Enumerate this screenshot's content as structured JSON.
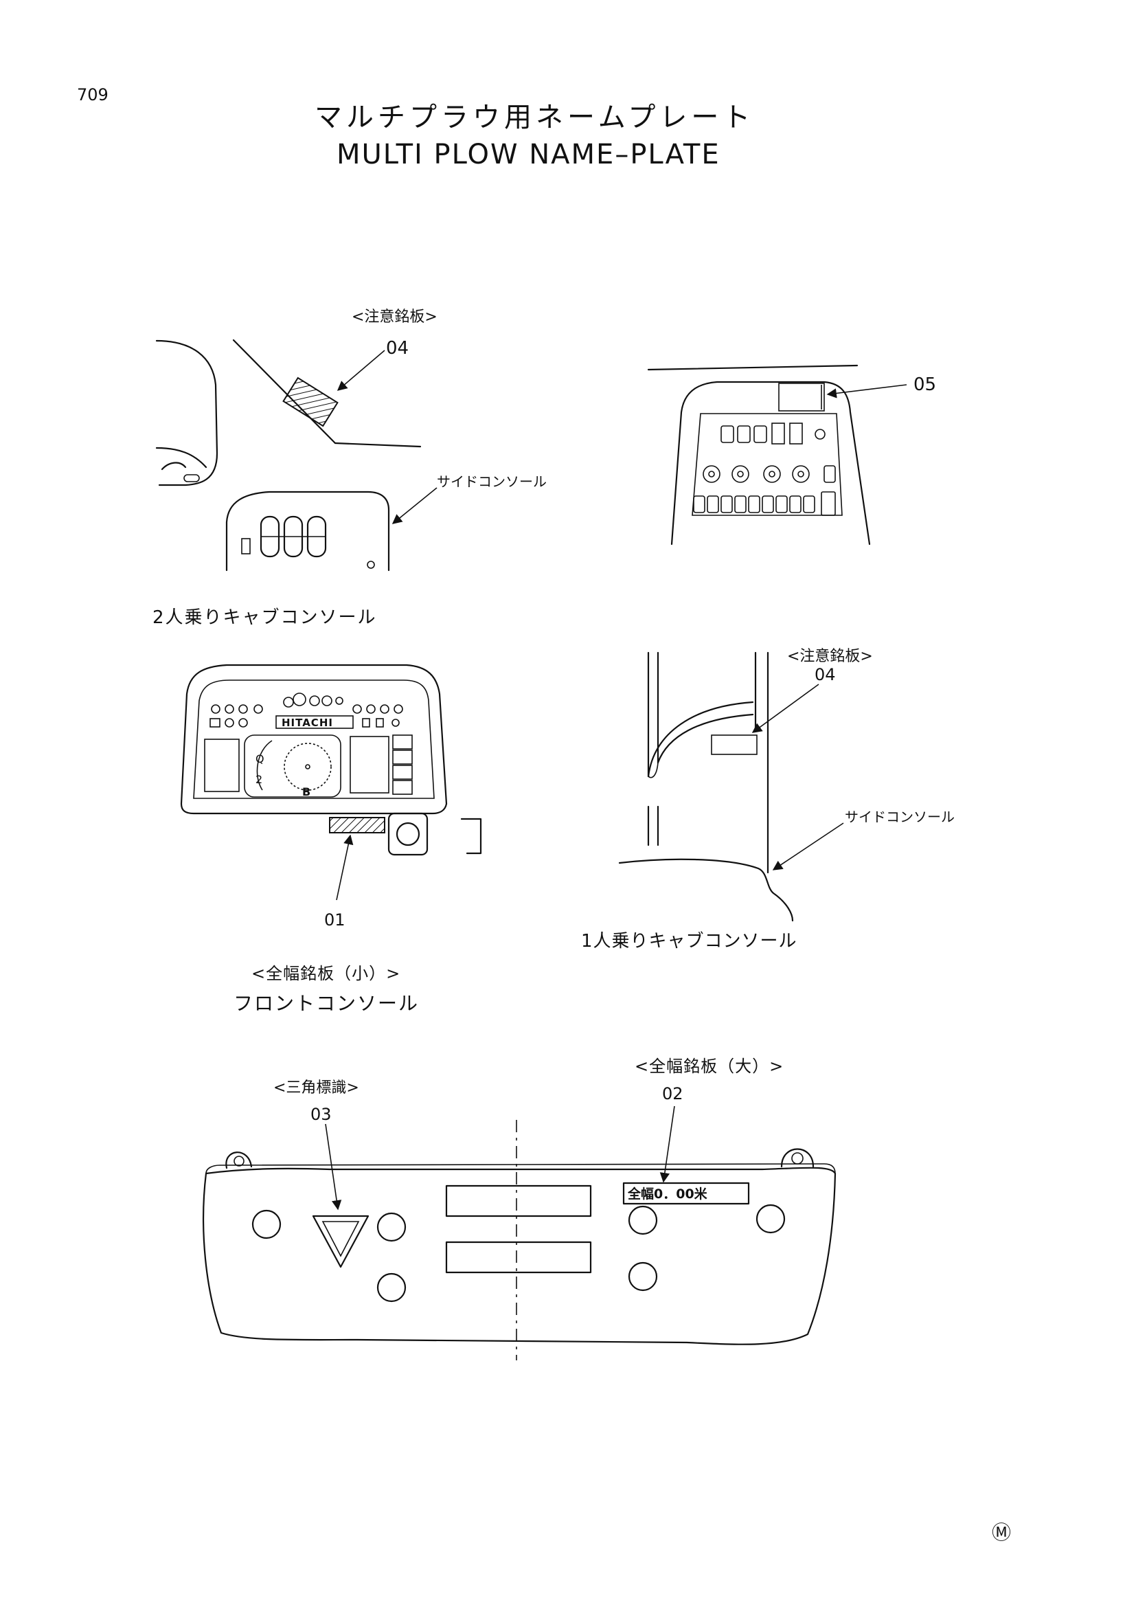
{
  "page": {
    "page_number": "709",
    "title_jp": "マルチプラウ用ネームプレート",
    "title_en": "MULTI PLOW NAME–PLATE",
    "maker_mark": "Ⓜ"
  },
  "views": {
    "twin_cab": {
      "caption": "2人乗りキャブコンソール",
      "caution_plate_label": "<注意銘板>",
      "callout_04": "04",
      "side_console_label": "サイドコンソール",
      "callout_05": "05"
    },
    "front_console": {
      "width_plate_small_label": "<全幅銘板（小）>",
      "console_label": "フロントコンソール",
      "callout_01": "01",
      "brand_on_panel": "HITACHI"
    },
    "single_cab": {
      "caption": "1人乗りキャブコンソール",
      "caution_plate_label": "<注意銘板>",
      "callout_04": "04",
      "side_console_label": "サイドコンソール"
    },
    "plow": {
      "triangle_sign_label": "<三角標識>",
      "callout_03": "03",
      "width_plate_large_label": "<全幅銘板（大）>",
      "callout_02": "02",
      "plate_text": "全幅0．00米"
    }
  }
}
